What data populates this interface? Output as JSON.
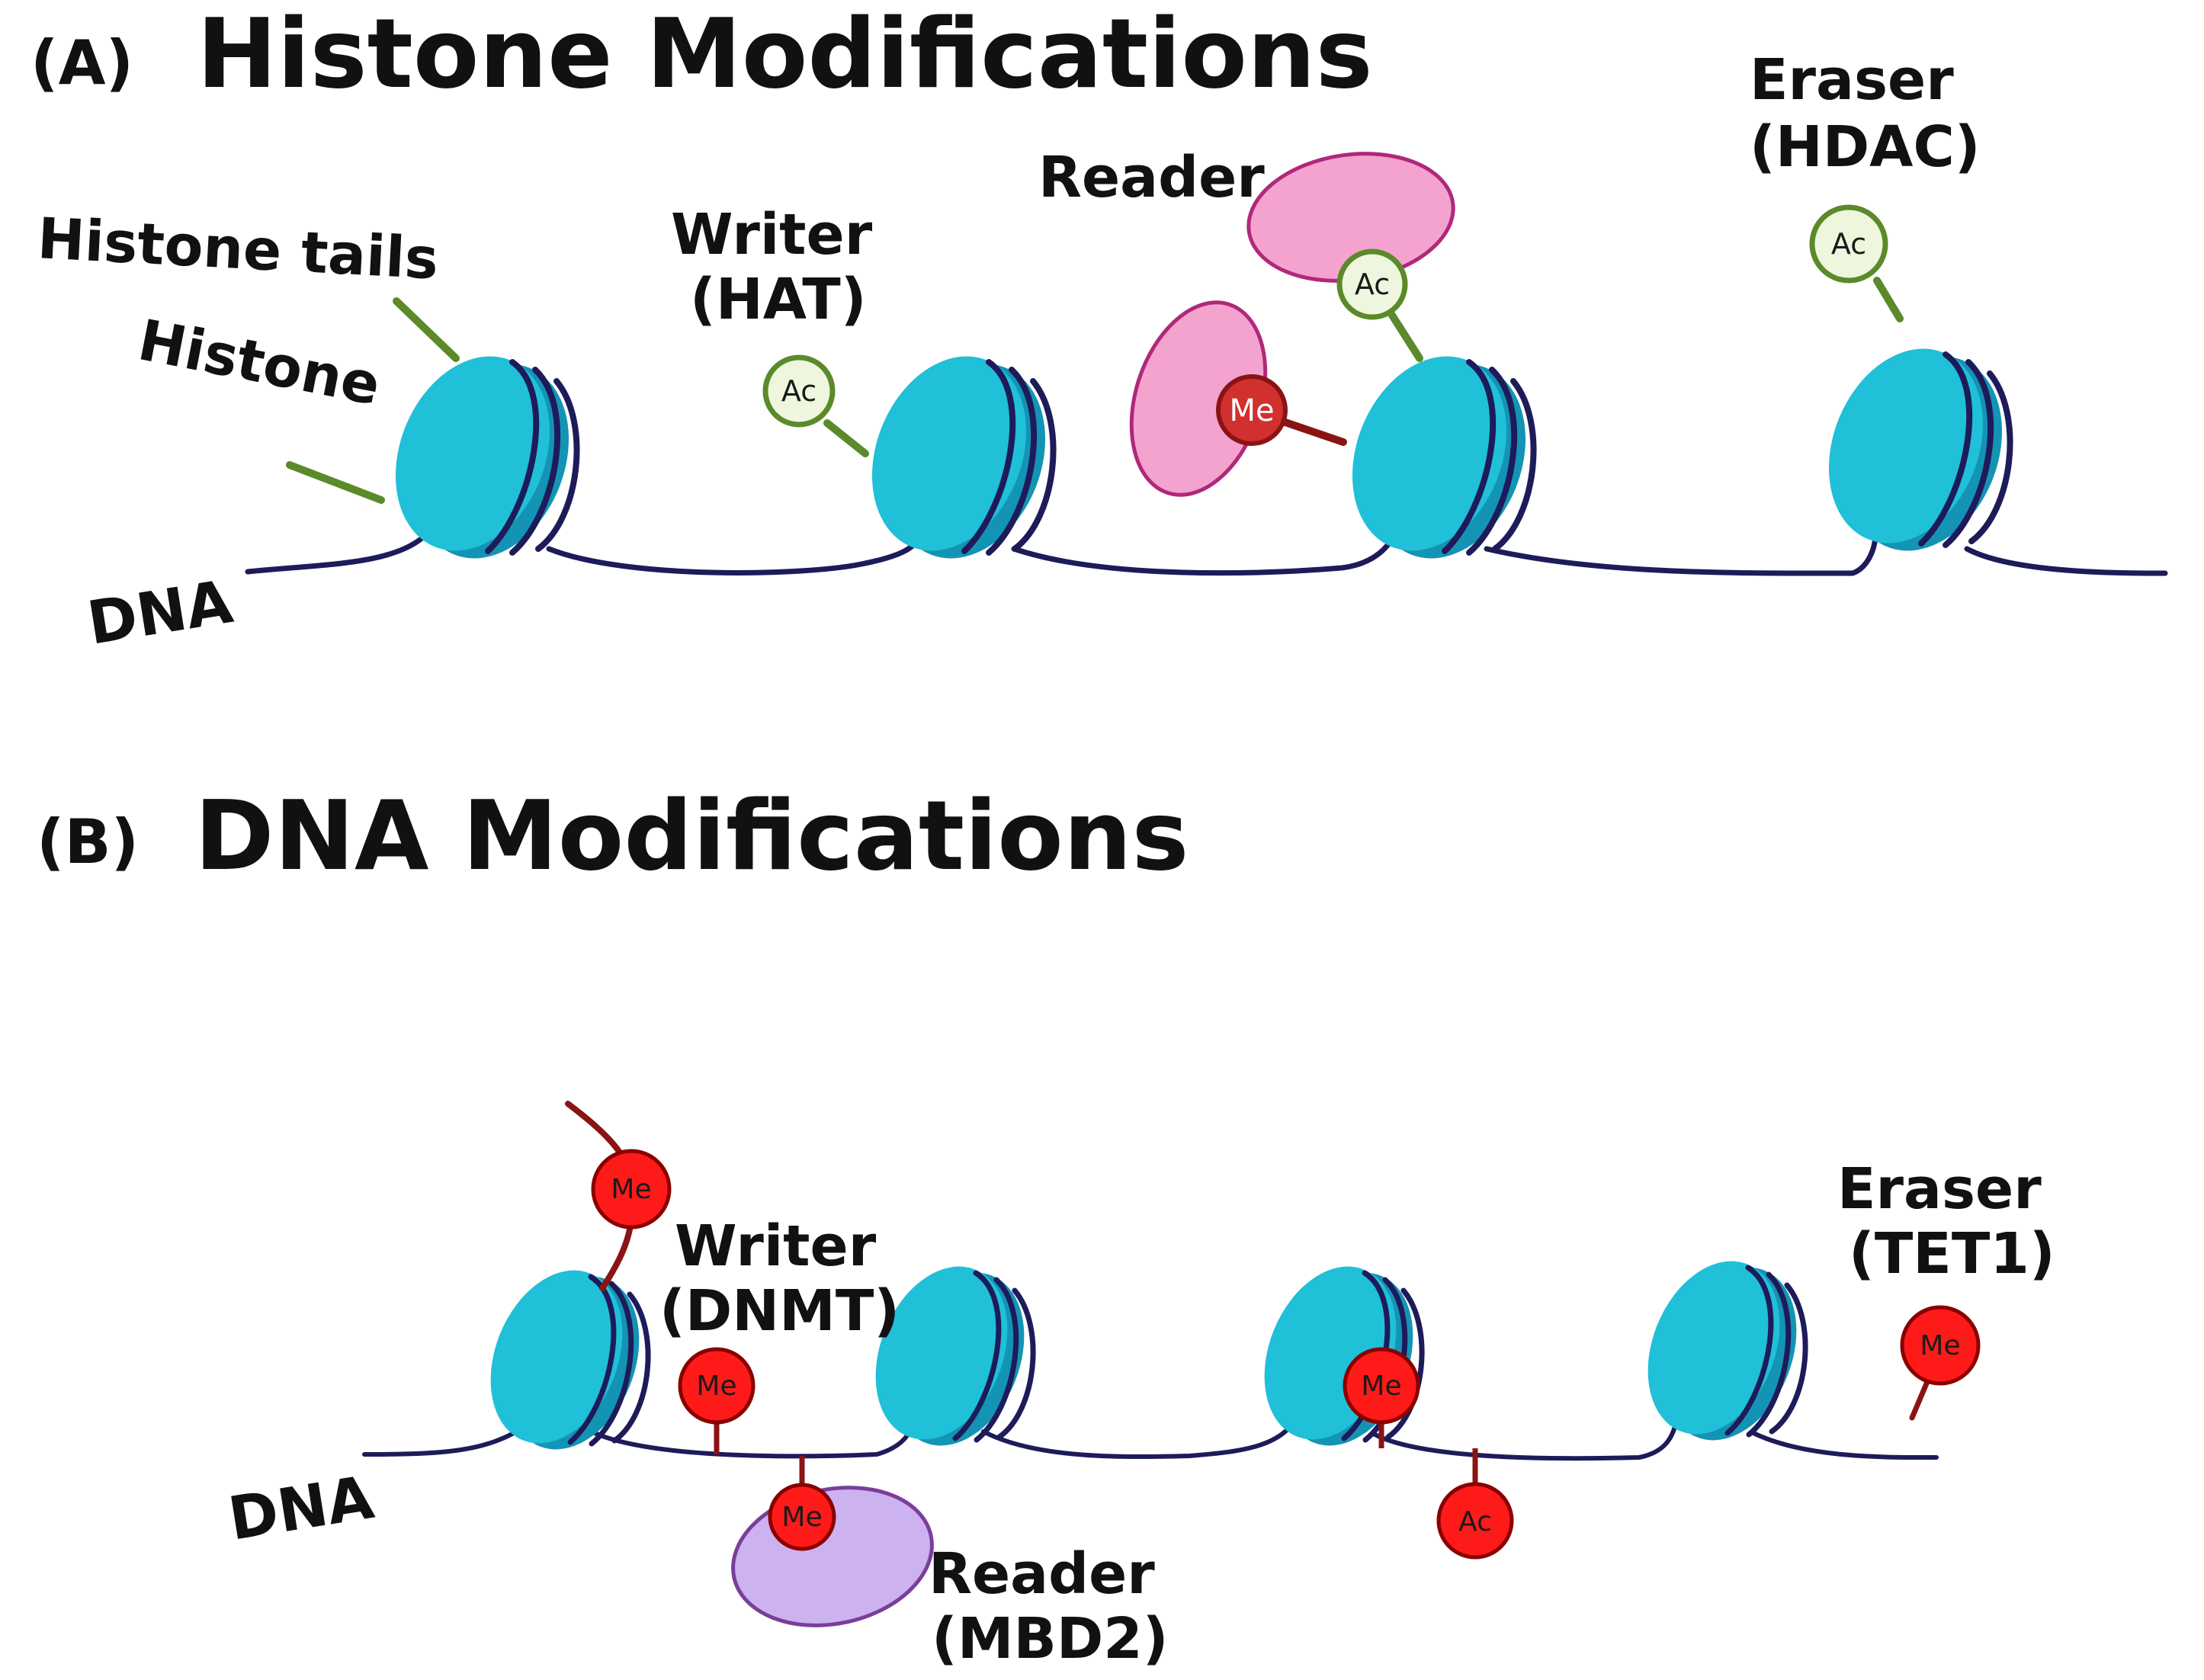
{
  "panel_a": {
    "letter": "(A)",
    "title": "Histone Modifications",
    "labels": {
      "histone_tails": "Histone tails",
      "histone": "Histone",
      "dna": "DNA",
      "writer": "Writer",
      "writer_enzyme": "(HAT)",
      "reader": "Reader",
      "eraser": "Eraser",
      "eraser_enzyme": "(HDAC)"
    },
    "marks": {
      "ac": "Ac",
      "me": "Me"
    }
  },
  "panel_b": {
    "letter": "(B)",
    "title": "DNA Modifications",
    "labels": {
      "dna": "DNA",
      "writer": "Writer",
      "writer_enzyme": "(DNMT)",
      "reader": "Reader",
      "reader_enzyme": "(MBD2)",
      "eraser": "Eraser",
      "eraser_enzyme": "(TET1)"
    },
    "marks": {
      "me": "Me",
      "ac": "Ac"
    }
  },
  "colors": {
    "nucleosome_light": "#1fc0d8",
    "nucleosome_dark": "#1494b4",
    "dna_strand": "#1e1b5a",
    "histone_tail": "#5a8a2a",
    "acetyl_fill": "#eef7de",
    "acetyl_stroke": "#5a8a2a",
    "methyl_fill": "#d0302e",
    "methyl_stroke": "#8a1414",
    "reader_pink": "#f4a3cf",
    "reader_pink_stroke": "#b0287a",
    "reader_purple": "#cdb2f0",
    "reader_purple_stroke": "#7a3e9a",
    "dna_methyl_fill": "#ff1a1a",
    "dna_methyl_stroke": "#8a0000"
  }
}
